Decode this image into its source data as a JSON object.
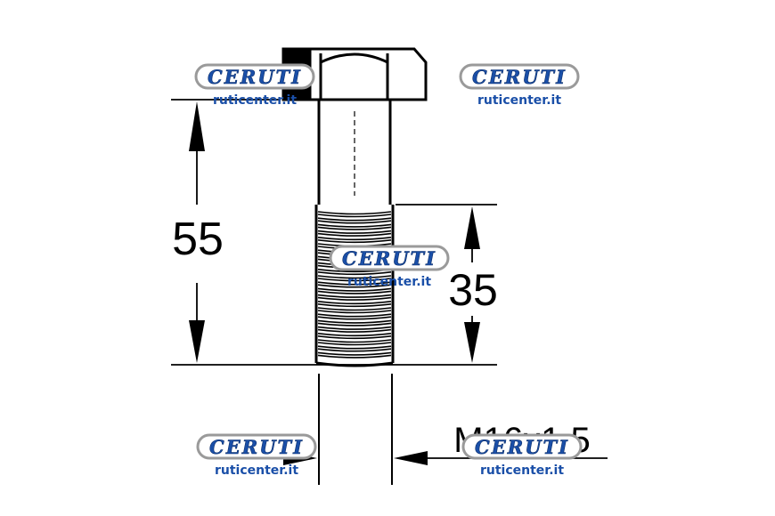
{
  "dimensions": {
    "total_length": "55",
    "thread_length": "35",
    "thread_spec": "M16x1,5"
  },
  "watermark": {
    "logo_text": "CERUTI",
    "site": "ruticenter.it",
    "colors": {
      "logo_fill": "#1a4fa8",
      "logo_border": "#9a9a9a",
      "site_text": "#1a4fa8"
    }
  },
  "icons": {
    "arrow_up": "arrow-up-icon",
    "arrow_down": "arrow-down-icon",
    "arrow_left": "arrow-left-icon",
    "arrow_right": "arrow-right-icon"
  },
  "colors": {
    "line": "#000000",
    "background": "#ffffff"
  }
}
